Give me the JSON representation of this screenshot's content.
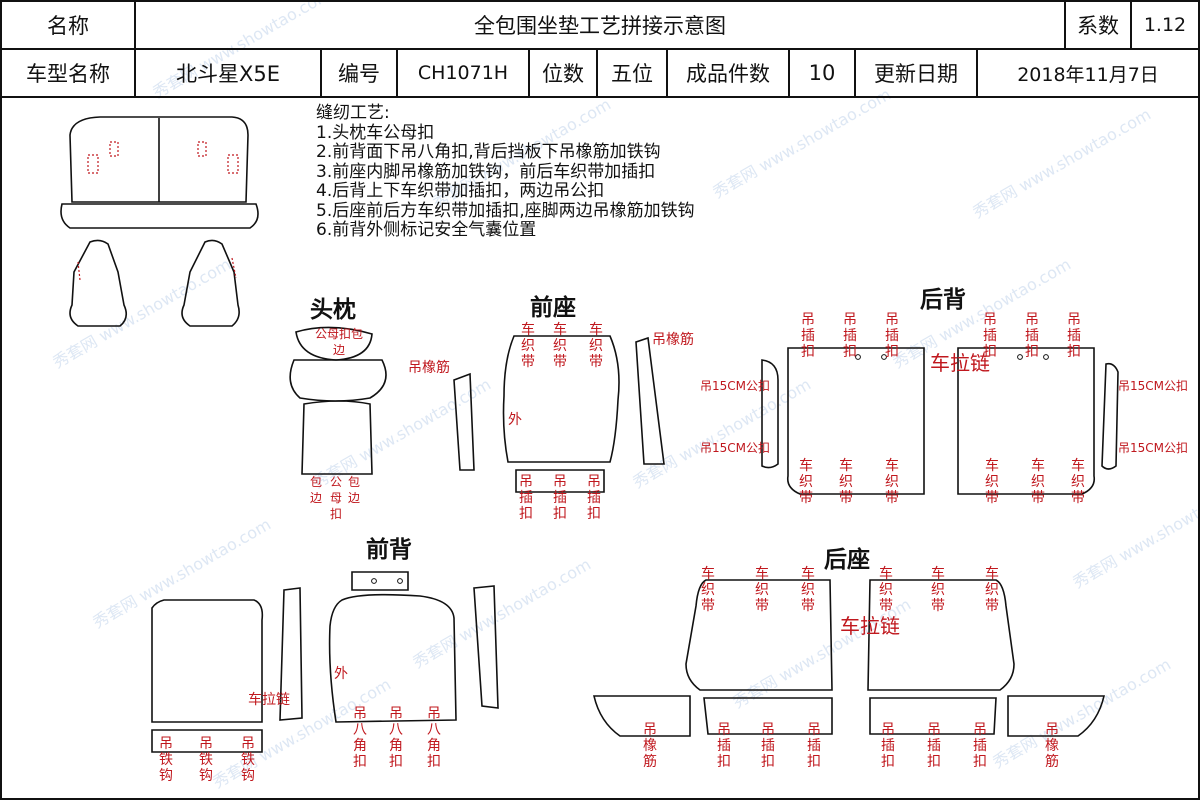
{
  "header": {
    "name_label": "名称",
    "title": "全包围坐垫工艺拼接示意图",
    "coef_label": "系数",
    "coef_value": "1.12",
    "model_label": "车型名称",
    "model_value": "北斗星X5E",
    "code_label": "编号",
    "code_value": "CH1071H",
    "seats_label": "位数",
    "seats_value": "五位",
    "pieces_label": "成品件数",
    "pieces_value": "10",
    "date_label": "更新日期",
    "date_value": "2018年11月7日"
  },
  "process": {
    "title": "缝纫工艺:",
    "steps": [
      "1.头枕车公母扣",
      "2.前背面下吊八角扣,背后挡板下吊橡筋加铁钩",
      "3.前座内脚吊橡筋加铁钩，前后车织带加插扣",
      "4.后背上下车织带加插扣，两边吊公扣",
      "5.后座前后方车织带加插扣,座脚两边吊橡筋加铁钩",
      "6.前背外侧标记安全气囊位置"
    ]
  },
  "sections": {
    "headrest": "头枕",
    "front_seat": "前座",
    "rear_back": "后背",
    "front_back": "前背",
    "rear_seat": "后座"
  },
  "labels": {
    "headrest_top": "公母扣包边",
    "headrest_bottom_a": "包边",
    "headrest_bottom_b": "公母扣",
    "headrest_bottom_c": "包边",
    "elastic": "吊橡筋",
    "webbing": "车织带",
    "clip": "吊插扣",
    "outer": "外",
    "hang15": "吊15CM公扣",
    "zipper": "车拉链",
    "iron_hook": "吊铁钩",
    "octagon": "吊八角扣",
    "elastic_v": "吊橡筋"
  },
  "watermark": "秀套网 www.showtao.com"
}
